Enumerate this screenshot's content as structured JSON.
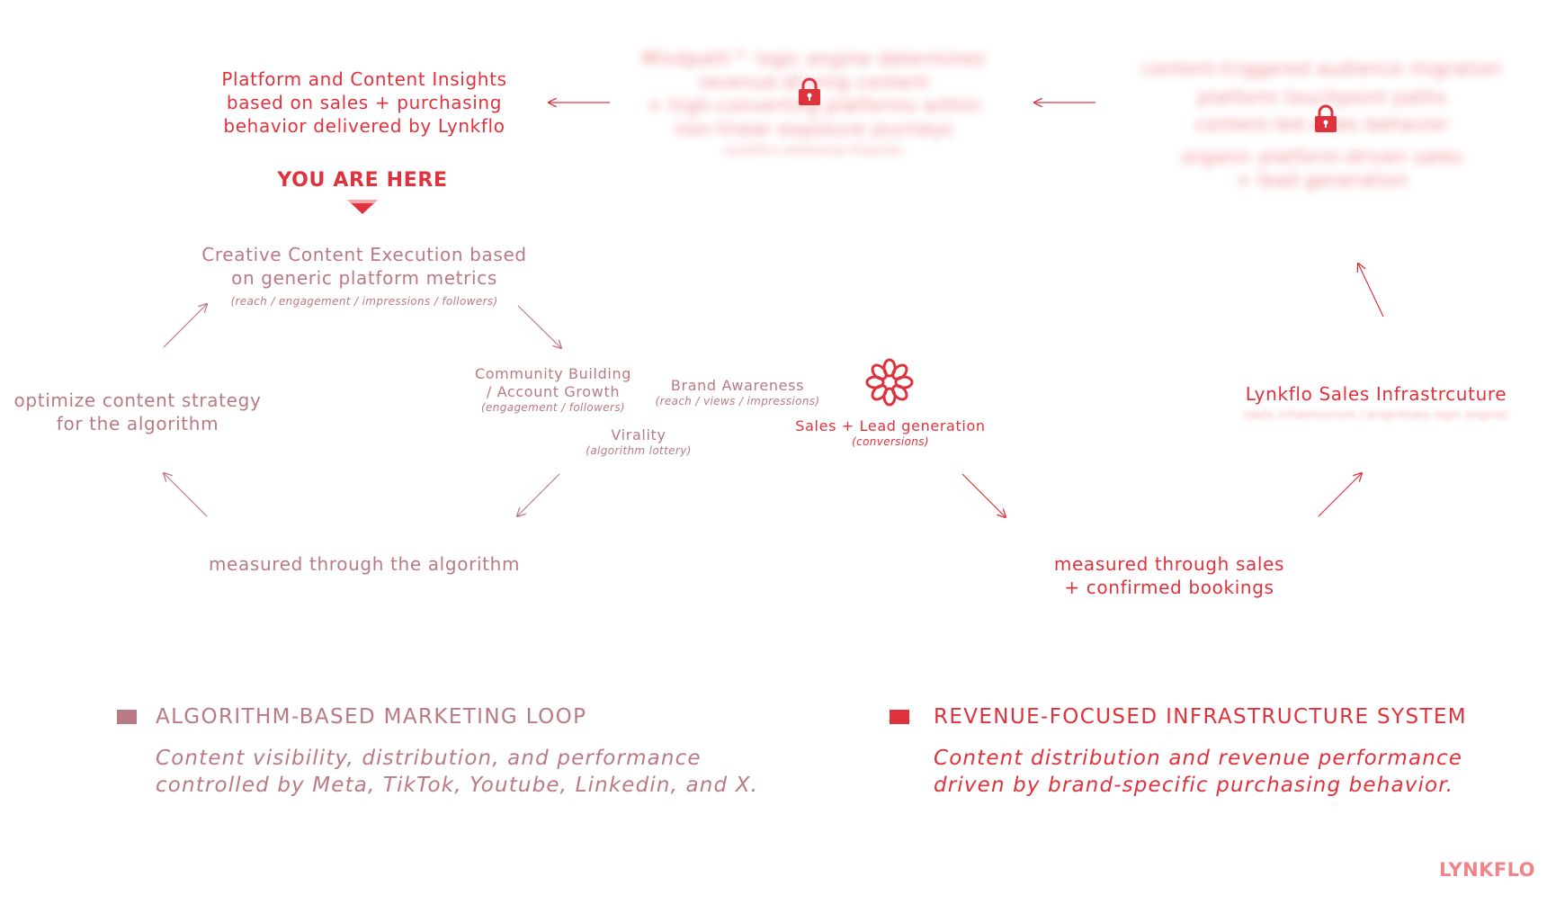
{
  "top": {
    "insights": [
      "Platform and Content Insights",
      "based on sales + purchasing",
      "behavior delivered by Lynkflo"
    ],
    "mindpath_blurred": [
      "Mindpath™ logic engine determines",
      "revenue-driving content",
      "+ high-converting platforms within",
      "non-linear exposure journeys"
    ],
    "mindpath_sub_blurred": "(Lynkflo's Intellectual Property)",
    "migration_blurred": [
      "content-triggered audience migration",
      "platform touchpoint paths",
      "content-led sales behavior",
      "organic platform-driven sales",
      "+ lead generation"
    ]
  },
  "you_are_here": "YOU ARE HERE",
  "algo_loop": {
    "creative": [
      "Creative Content Execution based",
      "on generic platform metrics"
    ],
    "creative_sub": "(reach / engagement / impressions / followers)",
    "optimize": [
      "optimize content strategy",
      "for the algorithm"
    ],
    "measured": "measured through the algorithm",
    "community": [
      "Community Building",
      "/ Account Growth"
    ],
    "community_sub": "(engagement / followers)",
    "brand": "Brand Awareness",
    "brand_sub": "(reach / views / impressions)",
    "virality": "Virality",
    "virality_sub": "(algorithm lottery)"
  },
  "revenue_loop": {
    "sales": "Sales + Lead generation",
    "sales_sub": "(conversions)",
    "infrastructure": "Lynkflo Sales Infrastrcuture",
    "infrastructure_sub_blurred": "(data infrastructure / proprietary logic engine)",
    "measured": [
      "measured through sales",
      "+ confirmed bookings"
    ]
  },
  "legend": {
    "algo_title": "ALGORITHM-BASED MARKETING LOOP",
    "algo_desc": [
      "Content visibility, distribution, and performance",
      "controlled by Meta, TikTok, Youtube, Linkedin, and X."
    ],
    "rev_title": "REVENUE-FOCUSED INFRASTRUCTURE SYSTEM",
    "rev_desc": [
      "Content distribution and revenue performance",
      "driven by brand-specific purchasing behavior."
    ]
  },
  "brand_logo": "LYNKFLO",
  "colors": {
    "red": "#e0323d",
    "mauve": "#b97a84",
    "blurred": "#ef8a8f",
    "legend_algo": "#b97a84",
    "legend_rev": "#e0323d"
  },
  "icons": [
    "lock-icon",
    "lynkflo-flower-icon",
    "triangle-down-icon",
    "arrow-icon"
  ]
}
